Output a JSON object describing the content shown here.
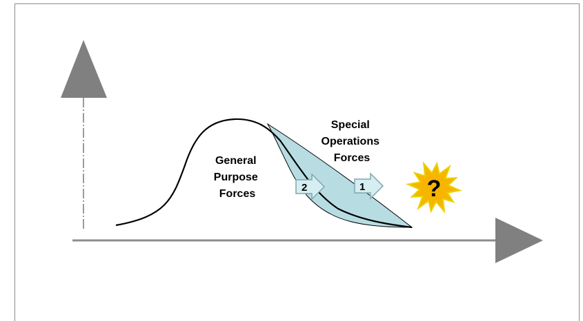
{
  "labels": {
    "gpf": [
      "General",
      "Purpose",
      "Forces"
    ],
    "sof": [
      "Special",
      "Operations",
      "Forces"
    ],
    "arrow_1": "1",
    "arrow_2": "2",
    "unknown": "?"
  },
  "icons": {
    "y_axis_arrowhead": "triangle-up-icon",
    "x_axis_arrowhead": "triangle-right-icon",
    "starburst": "starburst-icon",
    "shift_arrows": "block-arrow-right-icon"
  },
  "colors": {
    "axis": "#808080",
    "curve": "#000000",
    "sof_fill": "#b7dde3",
    "arrow_fill": "#d6eef2",
    "arrow_stroke": "#7fa7ad",
    "star_fill": "#f7b500",
    "star_stroke": "#e8d200"
  }
}
